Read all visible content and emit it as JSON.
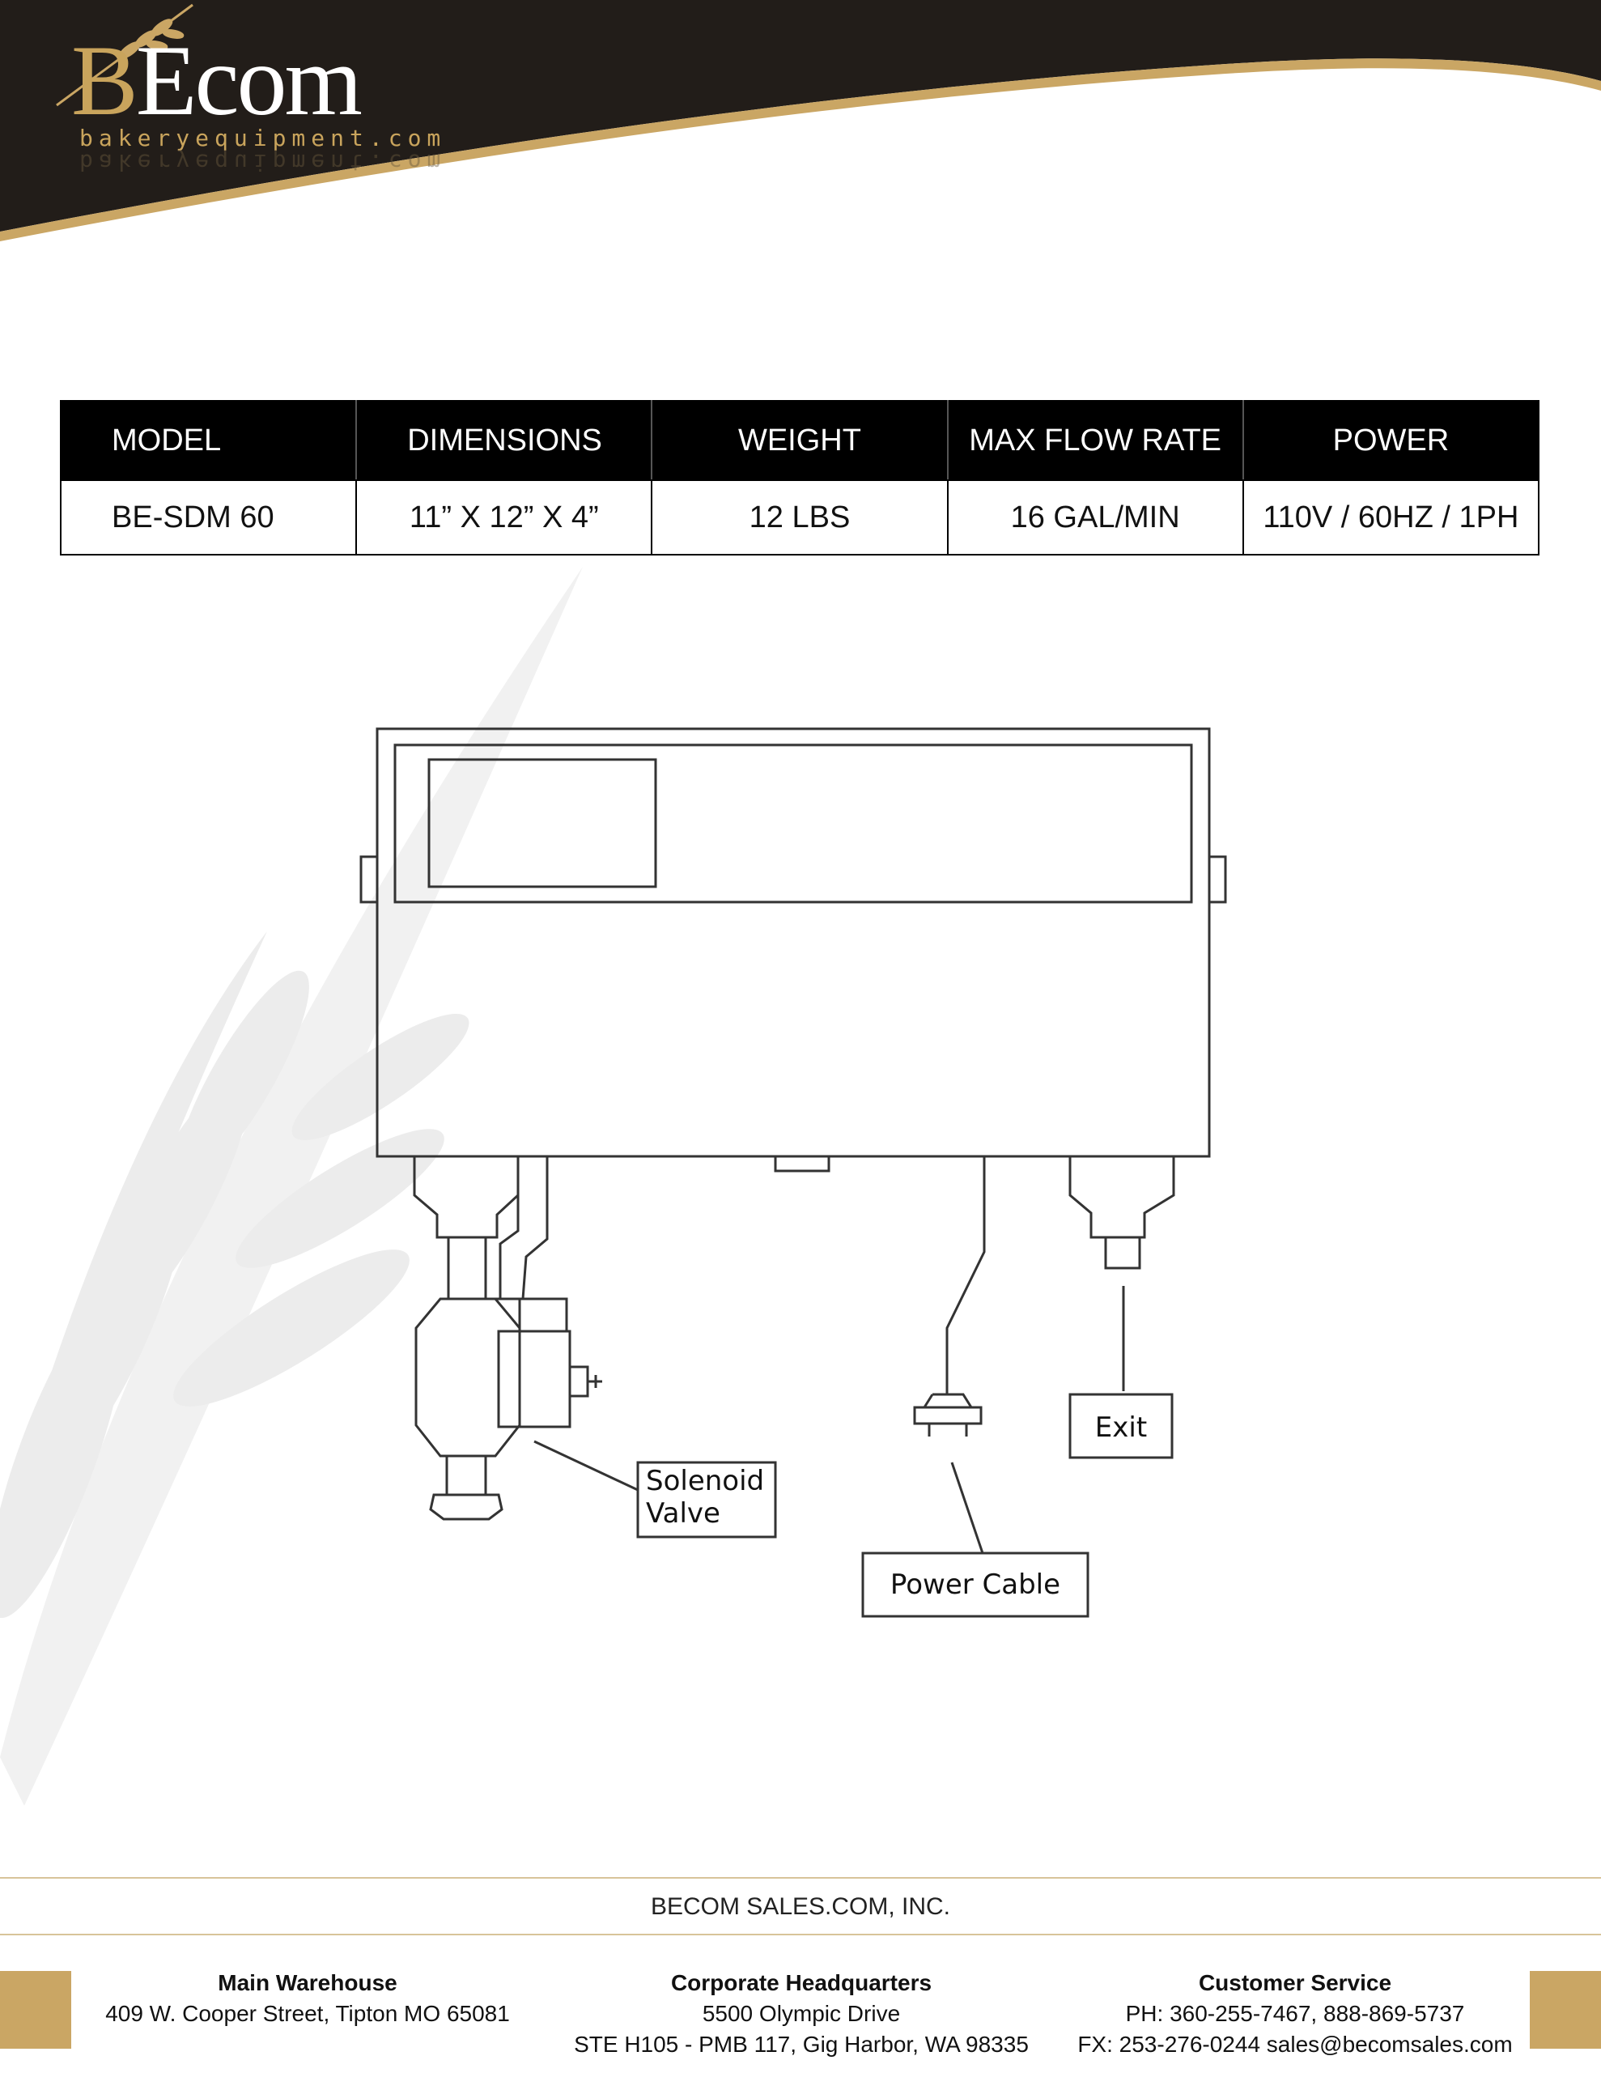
{
  "logo": {
    "first_letter": "B",
    "rest": "Ecom",
    "tagline": "bakeryequipment.com"
  },
  "colors": {
    "header_dark": "#221d19",
    "gold": "#caa664",
    "table_header_bg": "#000000"
  },
  "spec_table": {
    "headers": [
      "MODEL",
      "DIMENSIONS",
      "WEIGHT",
      "MAX FLOW RATE",
      "POWER"
    ],
    "rows": [
      [
        "BE-SDM 60",
        "11” X 12” X 4”",
        "12 LBS",
        "16 GAL/MIN",
        "110V / 60HZ / 1PH"
      ]
    ]
  },
  "diagram": {
    "labels": {
      "solenoid_line1": "Solenoid",
      "solenoid_line2": "Valve",
      "exit": "Exit",
      "power_cable": "Power Cable"
    }
  },
  "footer": {
    "company": "BECOM SALES.COM, INC.",
    "warehouse": {
      "title": "Main Warehouse",
      "line1": "409 W. Cooper Street, Tipton MO  65081"
    },
    "headquarters": {
      "title": "Corporate Headquarters",
      "line1": "5500 Olympic Drive",
      "line2": "STE H105 - PMB 117, Gig Harbor, WA 98335"
    },
    "service": {
      "title": "Customer Service",
      "line1": "PH: 360-255-7467,  888-869-5737",
      "line2": "FX: 253-276-0244    sales@becomsales.com"
    }
  }
}
